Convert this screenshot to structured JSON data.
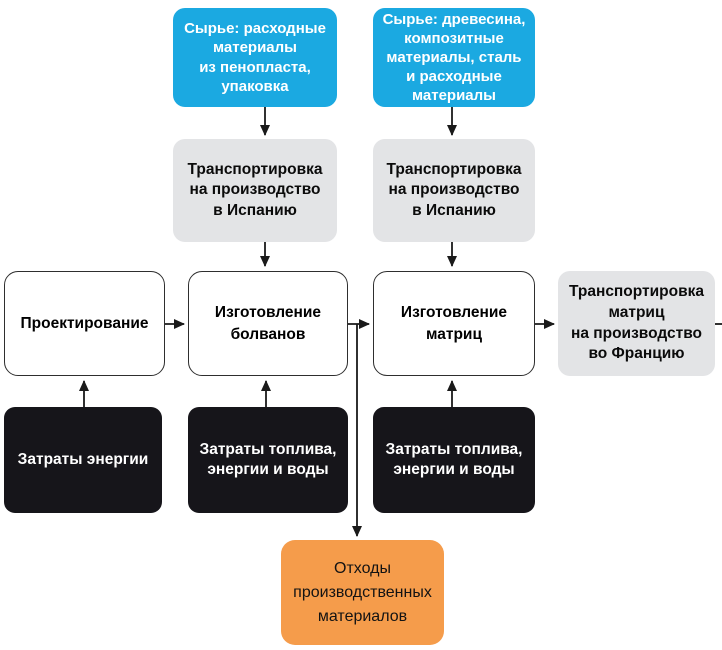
{
  "colors": {
    "blue": "#1BA9E1",
    "gray": "#E3E4E6",
    "black_box": "#16151A",
    "orange": "#F59C4B",
    "arrow": "#1A1A1A",
    "white_box_border": "#2E2E2E",
    "background": "#FFFFFF"
  },
  "nodes": {
    "raw_materials_foam": {
      "label": "Сырье: расходные\nматериалы\nиз пенопласта,\nупаковка"
    },
    "raw_materials_wood": {
      "label": "Сырье: древесина,\nкомпозитные\nматериалы, сталь\nи расходные\nматериалы"
    },
    "transport_spain_left": {
      "label": "Транспортировка\nна производство\nв Испанию"
    },
    "transport_spain_right": {
      "label": "Транспортировка\nна производство\nв Испанию"
    },
    "design": {
      "label": "Проектирование"
    },
    "blank_production": {
      "label": "Изготовление\nболванов"
    },
    "mold_production": {
      "label": "Изготовление\nматриц"
    },
    "transport_france": {
      "label": "Транспортировка\nматриц\nна производство\nво Францию"
    },
    "energy_costs": {
      "label": "Затраты энергии"
    },
    "fuel_costs_left": {
      "label": "Затраты топлива,\nэнергии и воды"
    },
    "fuel_costs_right": {
      "label": "Затраты топлива,\nэнергии и воды"
    },
    "production_waste": {
      "label": "Отходы\nпроизводственных\nматериалов"
    }
  }
}
